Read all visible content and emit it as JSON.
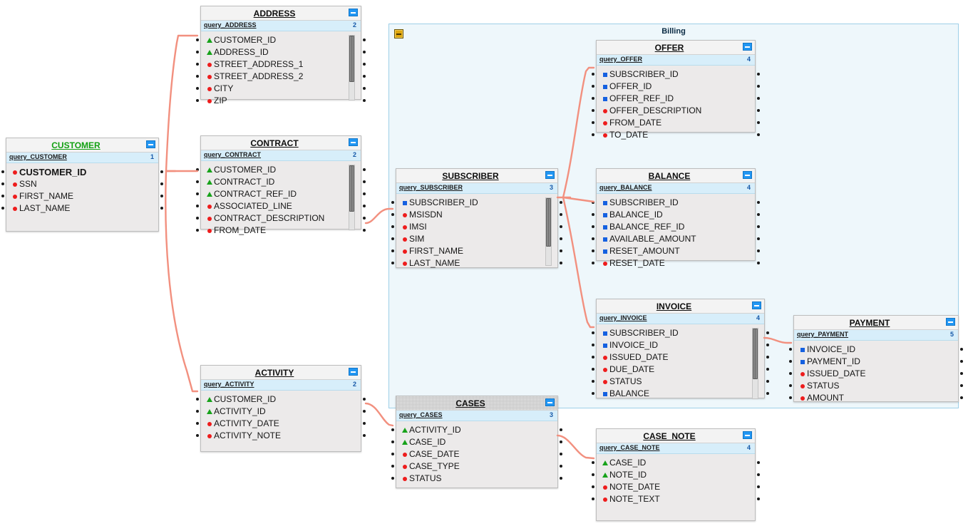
{
  "diagram": {
    "title": "ER Diagram Canvas",
    "link_color": "#f2907f",
    "group_bg": "#eef7fb",
    "group_border": "#9ecfe8",
    "table_bg": "#eceaea",
    "query_bar_bg": "#d7eefa",
    "marker_colors": {
      "pk_triangle": "#17a21a",
      "required_dot": "#ee1c1c",
      "indexed_square": "#1560e0"
    }
  },
  "group": {
    "name": "Billing",
    "collapse_icon": "minus-box-icon",
    "collapse_label": "Billing"
  },
  "tables": [
    {
      "id": "customer",
      "name": "CUSTOMER",
      "query": "query_CUSTOMER",
      "number": "1",
      "title_color": "green",
      "minimize_icon": "minimize-icon",
      "scrollbar": false,
      "fields": [
        {
          "name": "CUSTOMER_ID",
          "marker": "dot",
          "bold": true
        },
        {
          "name": "SSN",
          "marker": "dot",
          "bold": false
        },
        {
          "name": "FIRST_NAME",
          "marker": "dot",
          "bold": false
        },
        {
          "name": "LAST_NAME",
          "marker": "dot",
          "bold": false
        }
      ]
    },
    {
      "id": "address",
      "name": "ADDRESS",
      "query": "query_ADDRESS",
      "number": "2",
      "title_color": "black",
      "minimize_icon": "minimize-icon",
      "scrollbar": true,
      "fields": [
        {
          "name": "CUSTOMER_ID",
          "marker": "tri",
          "bold": false
        },
        {
          "name": "ADDRESS_ID",
          "marker": "tri",
          "bold": false
        },
        {
          "name": "STREET_ADDRESS_1",
          "marker": "dot",
          "bold": false
        },
        {
          "name": "STREET_ADDRESS_2",
          "marker": "dot",
          "bold": false
        },
        {
          "name": "CITY",
          "marker": "dot",
          "bold": false
        },
        {
          "name": "ZIP",
          "marker": "dot",
          "bold": false
        }
      ]
    },
    {
      "id": "contract",
      "name": "CONTRACT",
      "query": "query_CONTRACT",
      "number": "2",
      "title_color": "black",
      "minimize_icon": "minimize-icon",
      "scrollbar": true,
      "fields": [
        {
          "name": "CUSTOMER_ID",
          "marker": "tri",
          "bold": false
        },
        {
          "name": "CONTRACT_ID",
          "marker": "tri",
          "bold": false
        },
        {
          "name": "CONTRACT_REF_ID",
          "marker": "tri",
          "bold": false
        },
        {
          "name": "ASSOCIATED_LINE",
          "marker": "dot",
          "bold": false
        },
        {
          "name": "CONTRACT_DESCRIPTION",
          "marker": "dot",
          "bold": false
        },
        {
          "name": "FROM_DATE",
          "marker": "dot",
          "bold": false
        }
      ]
    },
    {
      "id": "activity",
      "name": "ACTIVITY",
      "query": "query_ACTIVITY",
      "number": "2",
      "title_color": "black",
      "minimize_icon": "minimize-icon",
      "scrollbar": false,
      "fields": [
        {
          "name": "CUSTOMER_ID",
          "marker": "tri",
          "bold": false
        },
        {
          "name": "ACTIVITY_ID",
          "marker": "tri",
          "bold": false
        },
        {
          "name": "ACTIVITY_DATE",
          "marker": "dot",
          "bold": false
        },
        {
          "name": "ACTIVITY_NOTE",
          "marker": "dot",
          "bold": false
        }
      ]
    },
    {
      "id": "subscriber",
      "name": "SUBSCRIBER",
      "query": "query_SUBSCRIBER",
      "number": "3",
      "title_color": "black",
      "minimize_icon": "minimize-icon",
      "scrollbar": true,
      "fields": [
        {
          "name": "SUBSCRIBER_ID",
          "marker": "sq",
          "bold": false
        },
        {
          "name": "MSISDN",
          "marker": "dot",
          "bold": false
        },
        {
          "name": "IMSI",
          "marker": "dot",
          "bold": false
        },
        {
          "name": "SIM",
          "marker": "dot",
          "bold": false
        },
        {
          "name": "FIRST_NAME",
          "marker": "dot",
          "bold": false
        },
        {
          "name": "LAST_NAME",
          "marker": "dot",
          "bold": false
        }
      ]
    },
    {
      "id": "cases",
      "name": "CASES",
      "query": "query_CASES",
      "number": "3",
      "title_color": "black",
      "minimize_icon": "minimize-icon",
      "scrollbar": false,
      "selected": true,
      "fields": [
        {
          "name": "ACTIVITY_ID",
          "marker": "tri",
          "bold": false
        },
        {
          "name": "CASE_ID",
          "marker": "tri",
          "bold": false
        },
        {
          "name": "CASE_DATE",
          "marker": "dot",
          "bold": false
        },
        {
          "name": "CASE_TYPE",
          "marker": "dot",
          "bold": false
        },
        {
          "name": "STATUS",
          "marker": "dot",
          "bold": false
        }
      ]
    },
    {
      "id": "offer",
      "name": "OFFER",
      "query": "query_OFFER",
      "number": "4",
      "title_color": "black",
      "minimize_icon": "minimize-icon",
      "scrollbar": false,
      "fields": [
        {
          "name": "SUBSCRIBER_ID",
          "marker": "sq",
          "bold": false
        },
        {
          "name": "OFFER_ID",
          "marker": "sq",
          "bold": false
        },
        {
          "name": "OFFER_REF_ID",
          "marker": "sq",
          "bold": false
        },
        {
          "name": "OFFER_DESCRIPTION",
          "marker": "dot",
          "bold": false
        },
        {
          "name": "FROM_DATE",
          "marker": "dot",
          "bold": false
        },
        {
          "name": "TO_DATE",
          "marker": "dot",
          "bold": false
        }
      ]
    },
    {
      "id": "balance",
      "name": "BALANCE",
      "query": "query_BALANCE",
      "number": "4",
      "title_color": "black",
      "minimize_icon": "minimize-icon",
      "scrollbar": false,
      "fields": [
        {
          "name": "SUBSCRIBER_ID",
          "marker": "sq",
          "bold": false
        },
        {
          "name": "BALANCE_ID",
          "marker": "sq",
          "bold": false
        },
        {
          "name": "BALANCE_REF_ID",
          "marker": "sq",
          "bold": false
        },
        {
          "name": "AVAILABLE_AMOUNT",
          "marker": "sq",
          "bold": false
        },
        {
          "name": "RESET_AMOUNT",
          "marker": "sq",
          "bold": false
        },
        {
          "name": "RESET_DATE",
          "marker": "dot",
          "bold": false
        }
      ]
    },
    {
      "id": "invoice",
      "name": "INVOICE",
      "query": "query_INVOICE",
      "number": "4",
      "title_color": "black",
      "minimize_icon": "minimize-icon",
      "scrollbar": true,
      "fields": [
        {
          "name": "SUBSCRIBER_ID",
          "marker": "sq",
          "bold": false
        },
        {
          "name": "INVOICE_ID",
          "marker": "sq",
          "bold": false
        },
        {
          "name": "ISSUED_DATE",
          "marker": "dot",
          "bold": false
        },
        {
          "name": "DUE_DATE",
          "marker": "dot",
          "bold": false
        },
        {
          "name": "STATUS",
          "marker": "dot",
          "bold": false
        },
        {
          "name": "BALANCE",
          "marker": "sq",
          "bold": false
        }
      ]
    },
    {
      "id": "payment",
      "name": "PAYMENT",
      "query": "query_PAYMENT",
      "number": "5",
      "title_color": "black",
      "minimize_icon": "minimize-icon",
      "scrollbar": false,
      "fields": [
        {
          "name": "INVOICE_ID",
          "marker": "sq",
          "bold": false
        },
        {
          "name": "PAYMENT_ID",
          "marker": "sq",
          "bold": false
        },
        {
          "name": "ISSUED_DATE",
          "marker": "dot",
          "bold": false
        },
        {
          "name": "STATUS",
          "marker": "dot",
          "bold": false
        },
        {
          "name": "AMOUNT",
          "marker": "dot",
          "bold": false
        }
      ]
    },
    {
      "id": "case_note",
      "name": "CASE_NOTE",
      "query": "query_CASE_NOTE",
      "number": "4",
      "title_color": "black",
      "minimize_icon": "minimize-icon",
      "scrollbar": false,
      "fields": [
        {
          "name": "CASE_ID",
          "marker": "tri",
          "bold": false
        },
        {
          "name": "NOTE_ID",
          "marker": "tri",
          "bold": false
        },
        {
          "name": "NOTE_DATE",
          "marker": "dot",
          "bold": false
        },
        {
          "name": "NOTE_TEXT",
          "marker": "dot",
          "bold": false
        }
      ]
    }
  ],
  "relationships": [
    {
      "from": "CUSTOMER.CUSTOMER_ID",
      "to": "ADDRESS.CUSTOMER_ID"
    },
    {
      "from": "CUSTOMER.CUSTOMER_ID",
      "to": "CONTRACT.CUSTOMER_ID"
    },
    {
      "from": "CUSTOMER.CUSTOMER_ID",
      "to": "ACTIVITY.CUSTOMER_ID"
    },
    {
      "from": "CONTRACT.FROM_DATE",
      "to": "SUBSCRIBER.MSISDN"
    },
    {
      "from": "SUBSCRIBER.SUBSCRIBER_ID",
      "to": "OFFER.SUBSCRIBER_ID"
    },
    {
      "from": "SUBSCRIBER.SUBSCRIBER_ID",
      "to": "BALANCE.SUBSCRIBER_ID"
    },
    {
      "from": "SUBSCRIBER.SUBSCRIBER_ID",
      "to": "INVOICE.SUBSCRIBER_ID"
    },
    {
      "from": "INVOICE.INVOICE_ID",
      "to": "PAYMENT.INVOICE_ID"
    },
    {
      "from": "ACTIVITY.ACTIVITY_ID",
      "to": "CASES.ACTIVITY_ID"
    },
    {
      "from": "CASES.CASE_ID",
      "to": "CASE_NOTE.CASE_ID"
    }
  ]
}
